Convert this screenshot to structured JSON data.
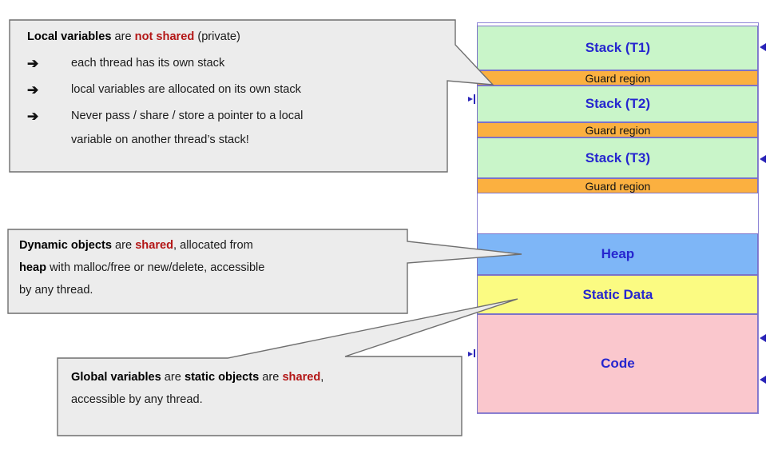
{
  "theme": {
    "callout_fill": "#ececec",
    "callout_border": "#6f6f6f",
    "accent_red": "#b31616",
    "label_blue": "#2626cf",
    "stack_fill": "#c9f5c9",
    "guard_fill": "#fbb040",
    "heap_fill": "#7eb6f7",
    "static_fill": "#fbfb82",
    "code_fill": "#fac7cd",
    "block_border": "#7b72c9",
    "marker_color": "#2b25b8"
  },
  "callouts": [
    {
      "id": "local-variables",
      "heading": {
        "bold_lead": "Local variables",
        "plain_1": " are ",
        "red": "not shared",
        "plain_2": " (private)"
      },
      "bullet_glyph": "➔",
      "bullets": [
        "each thread has its own stack",
        "local variables are allocated on its own stack",
        "Never pass / share / store a pointer to a local"
      ],
      "bullet_3_continued": "variable on another thread’s stack!"
    },
    {
      "id": "dynamic-objects",
      "line_1": {
        "bold_lead": "Dynamic objects",
        "plain_1": " are ",
        "red": "shared",
        "plain_2": ", allocated from"
      },
      "line_2": {
        "bold_lead": "heap",
        "plain_1": " with malloc/free or new/delete, accessible"
      },
      "line_3": "by any thread."
    },
    {
      "id": "global-variables",
      "line_1": {
        "bold_lead": "Global variables",
        "plain_1": " are ",
        "bold_2": "static objects",
        "plain_2": " are ",
        "red": "shared",
        "plain_3": ","
      },
      "line_2": "accessible by any thread."
    }
  ],
  "memory_map": {
    "name": "process-address-space",
    "blocks": [
      {
        "id": "stack-t1",
        "label": "Stack (T1)",
        "kind": "stack"
      },
      {
        "id": "guard-1",
        "label": "Guard region",
        "kind": "guard"
      },
      {
        "id": "stack-t2",
        "label": "Stack (T2)",
        "kind": "stack"
      },
      {
        "id": "guard-2",
        "label": "Guard region",
        "kind": "guard"
      },
      {
        "id": "stack-t3",
        "label": "Stack (T3)",
        "kind": "stack"
      },
      {
        "id": "guard-3",
        "label": "Guard region",
        "kind": "guard"
      },
      {
        "id": "heap",
        "label": "Heap",
        "kind": "heap"
      },
      {
        "id": "static-data",
        "label": "Static Data",
        "kind": "sdata"
      },
      {
        "id": "code",
        "label": "Code",
        "kind": "code"
      }
    ]
  }
}
